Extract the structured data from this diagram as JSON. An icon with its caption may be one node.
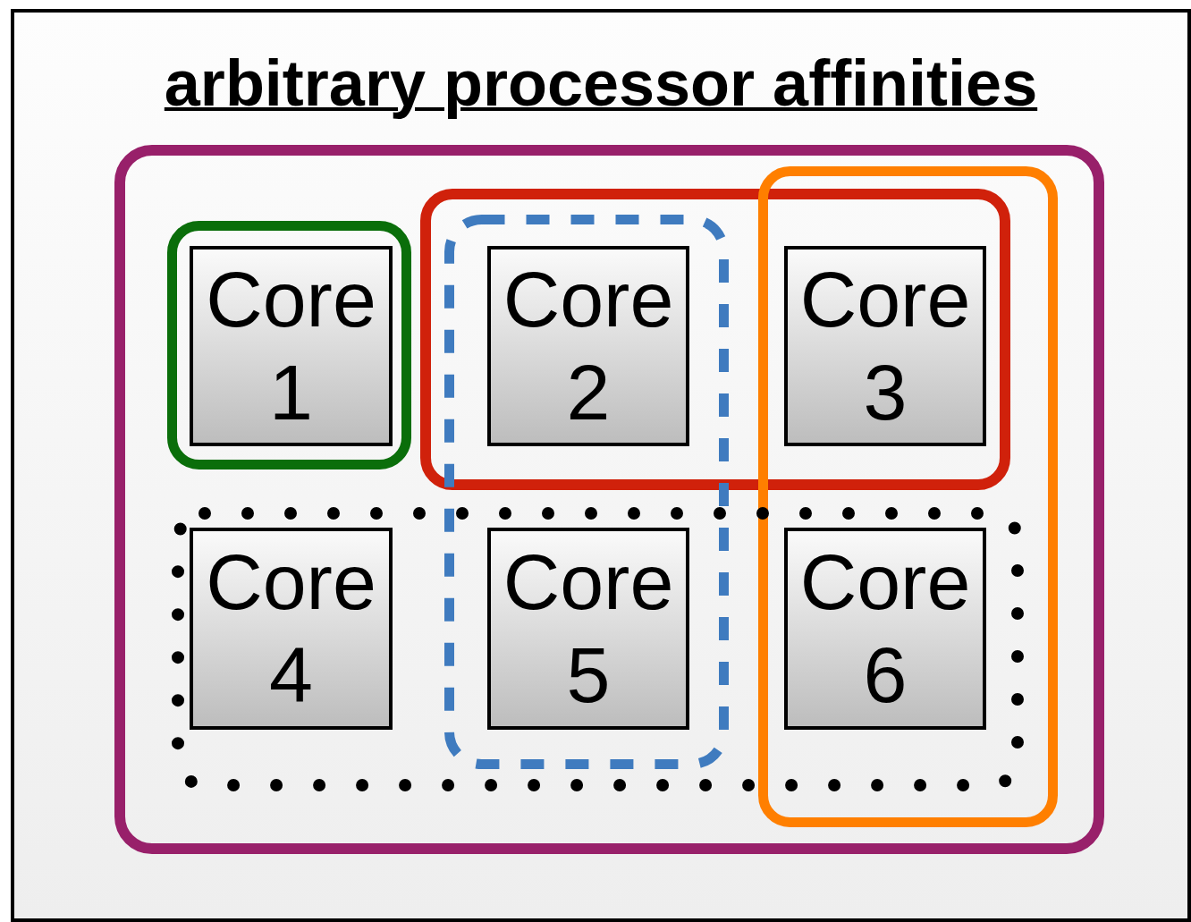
{
  "diagram": {
    "title": "arbitrary processor affinities",
    "nodes": [
      {
        "text": [],
        "shape": "box"
      },
      {
        "text": [],
        "shape": "box",
        "in": 0
      },
      {
        "text": [
          "Core 1"
        ],
        "in": 1
      },
      {
        "text": [],
        "shape": "box",
        "in": 0
      },
      {
        "text": [],
        "shape": "box",
        "in": 0
      },
      {
        "text": [],
        "shape": "box",
        "in": 0
      },
      {
        "text": [],
        "shape": "box",
        "in": 0
      },
      {
        "text": [
          "Core 2"
        ]
      },
      {
        "text": [
          "Core 3"
        ]
      },
      {
        "text": [
          "Core 4"
        ],
        "in": 6
      },
      {
        "text": [
          "Core 5"
        ]
      },
      {
        "text": [
          "Core 6"
        ]
      }
    ],
    "edges": []
  }
}
